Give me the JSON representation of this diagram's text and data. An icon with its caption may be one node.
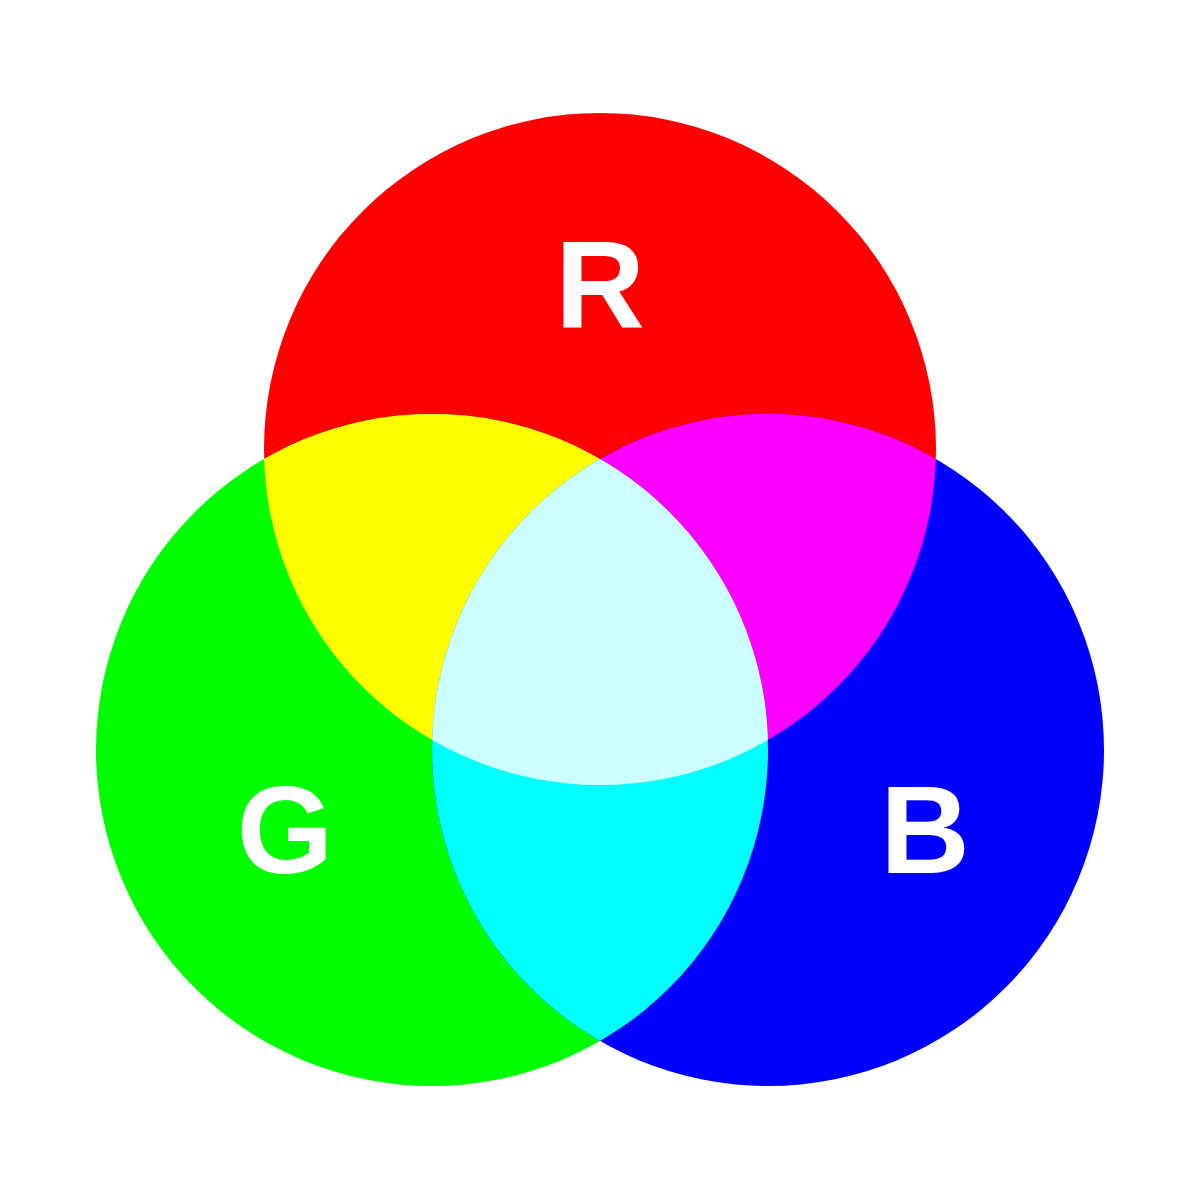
{
  "diagram": {
    "nodes": [
      {
        "text": [
          "R"
        ]
      },
      {
        "text": [
          "G"
        ]
      },
      {
        "text": [
          "B"
        ]
      }
    ]
  }
}
